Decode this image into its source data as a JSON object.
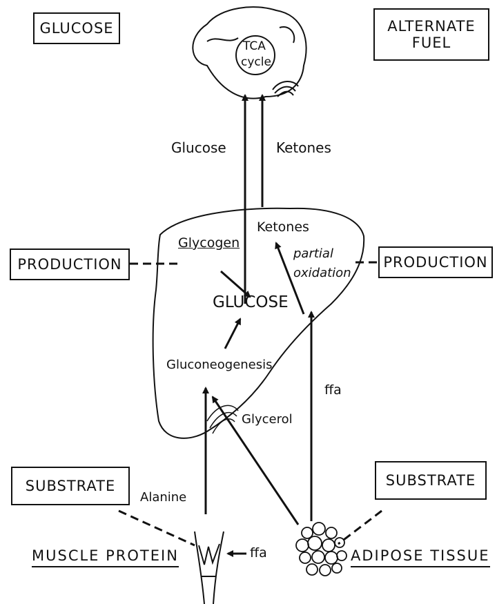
{
  "boxes": {
    "glucose": "GLUCOSE",
    "alternate_fuel": "ALTERNATE\nFUEL",
    "production_left": "PRODUCTION",
    "production_right": "PRODUCTION",
    "substrate_left": "SUBSTRATE",
    "substrate_right": "SUBSTRATE"
  },
  "brain": {
    "label_line1": "TCA",
    "label_line2": "cycle"
  },
  "labels": {
    "glucose_upper": "Glucose",
    "ketones_upper": "Ketones",
    "ketones_liver": "Ketones",
    "glycogen": "Glycogen",
    "partial_oxidation_line1": "partial",
    "partial_oxidation_line2": "oxidation",
    "glucose_liver": "GLUCOSE",
    "gluconeogenesis": "Gluconeogenesis",
    "glycerol": "Glycerol",
    "ffa_right": "ffa",
    "alanine": "Alanine",
    "ffa_bottom": "ffa"
  },
  "captions": {
    "muscle_protein": "MUSCLE PROTEIN",
    "adipose_tissue": "ADIPOSE TISSUE"
  }
}
